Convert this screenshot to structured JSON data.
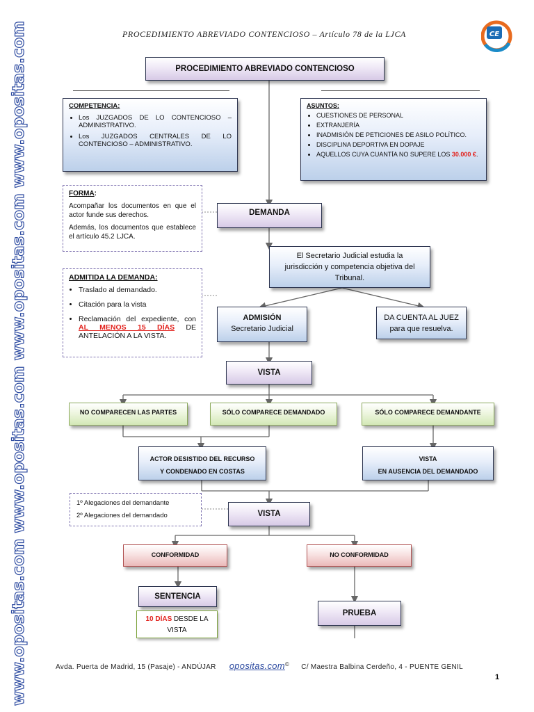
{
  "header": {
    "title": "PROCEDIMIENTO ABREVIADO CONTENCIOSO – Artículo 78 de la LJCA"
  },
  "side_watermark": "www.opositas.com www.opositas.com www.opositas.com www.opositas.com",
  "logo_text": "CE",
  "main_title": "PROCEDIMIENTO ABREVIADO CONTENCIOSO",
  "competencia": {
    "title": "COMPETENCIA:",
    "items": [
      "Los JUZGADOS DE LO CONTENCIOSO – ADMINISTRATIVO.",
      "Los JUZGADOS CENTRALES DE LO CONTENCIOSO – ADMINISTRATIVO."
    ]
  },
  "asuntos": {
    "title": "ASUNTOS:",
    "items": [
      "CUESTIONES DE PERSONAL",
      "EXTRANJERÍA",
      "INADMISIÓN DE PETICIONES DE ASILO POLÍTICO.",
      "DISCIPLINA DEPORTIVA EN DOPAJE",
      "AQUELLOS CUYA CUANTÍA NO SUPERE LOS"
    ],
    "amount": "30.000 €",
    "amount_tail": "."
  },
  "forma": {
    "title": "FORMA",
    "colon": ":",
    "p1": "Acompañar los documentos en que el actor funde sus derechos.",
    "p2": "Además, los documentos que establece el artículo 45.2 LJCA."
  },
  "admitida": {
    "title": "ADMITIDA LA DEMANDA:",
    "i1": "Traslado al demandado.",
    "i2": "Citación para la vista",
    "i3_pre": "Reclamación del expediente, con",
    "i3_red": "AL MENOS 15 DÍAS",
    "i3_post": "DE ANTELACIÓN A LA VISTA."
  },
  "demanda": "DEMANDA",
  "secretario": "El Secretario Judicial estudia la jurisdicción y competencia objetiva del Tribunal.",
  "admision": {
    "l1": "ADMISIÓN",
    "l2": "Secretario Judicial"
  },
  "da_cuenta": {
    "l1": "DA CUENTA AL JUEZ",
    "l2": "para que resuelva."
  },
  "vista1": "VISTA",
  "no_comparecen": "NO COMPARECEN LAS PARTES",
  "solo_demandado": "SÓLO COMPARECE DEMANDADO",
  "solo_demandante": "SÓLO COMPARECE DEMANDANTE",
  "actor_desistido": {
    "l1": "ACTOR DESISTIDO DEL RECURSO",
    "l2": "Y CONDENADO EN COSTAS"
  },
  "vista_ausencia": {
    "l1": "VISTA",
    "l2": "EN AUSENCIA DEL DEMANDADO"
  },
  "alegaciones": {
    "l1": "1º Alegaciones del demandante",
    "l2": "2º Alegaciones del demandado"
  },
  "vista2": "VISTA",
  "conformidad": "CONFORMIDAD",
  "no_conformidad": "NO CONFORMIDAD",
  "sentencia": "SENTENCIA",
  "diez_dias": {
    "red": "10 DÍAS",
    "rest1": "DESDE LA",
    "rest2": "VISTA"
  },
  "prueba": "PRUEBA",
  "footer": {
    "left": "Avda. Puerta de Madrid, 15 (Pasaje) - ANDÚJAR",
    "brand": "opositas.com",
    "mark": "©",
    "right": "C/ Maestra Balbina Cerdeño, 4 - PUENTE GENIL"
  },
  "page_number": "1",
  "colors": {
    "accent_blue": "#2c4aa0",
    "red": "#e2211c",
    "border": "#2d3550"
  }
}
